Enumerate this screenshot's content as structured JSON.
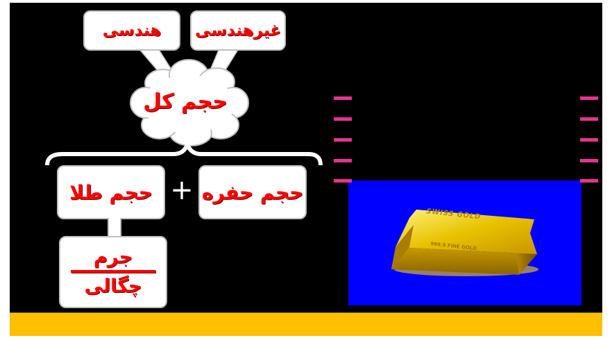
{
  "diagram": {
    "total_volume": "حجم کل",
    "geometric": "هندسی",
    "non_geometric": "غیرهندسی",
    "gold_volume": "حجم طلا",
    "hole_volume": "حجم حفره",
    "plus": "+",
    "numerator": "جرم",
    "denominator": "چگالی"
  },
  "gold_bar": {
    "stamp": "SWISS GOLD",
    "fine": "999.9 FINE GOLD"
  },
  "colors": {
    "background": "#000000",
    "floor": "#ffc000",
    "water": "#0000ff",
    "text": "#ff0000",
    "tick_marks": "#e6338f",
    "gold": "#d4a300"
  }
}
